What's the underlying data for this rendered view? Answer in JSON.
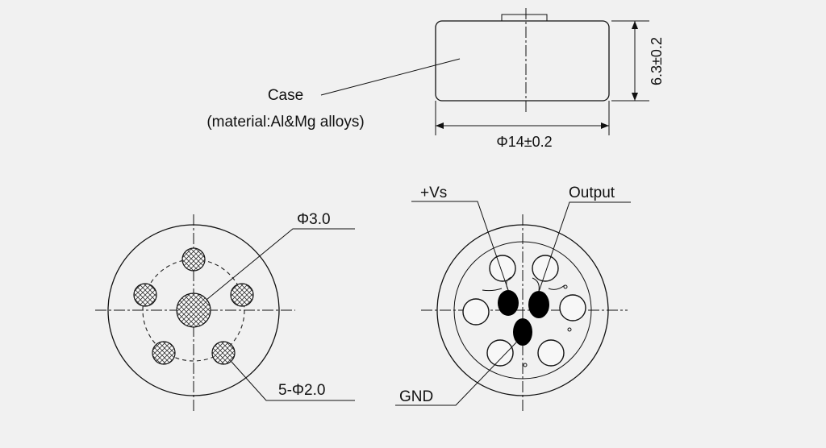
{
  "labels": {
    "case": "Case",
    "case_material": "(material:Al&Mg alloys)",
    "height_dim": "6.3±0.2",
    "diameter_dim": "Φ14±0.2",
    "center_hole": "Φ3.0",
    "holes": "5-Φ2.0",
    "vs": "+Vs",
    "output": "Output",
    "gnd": "GND"
  },
  "colors": {
    "background": "#f1f1f1",
    "line": "#111111",
    "pad_fill": "#000000"
  }
}
